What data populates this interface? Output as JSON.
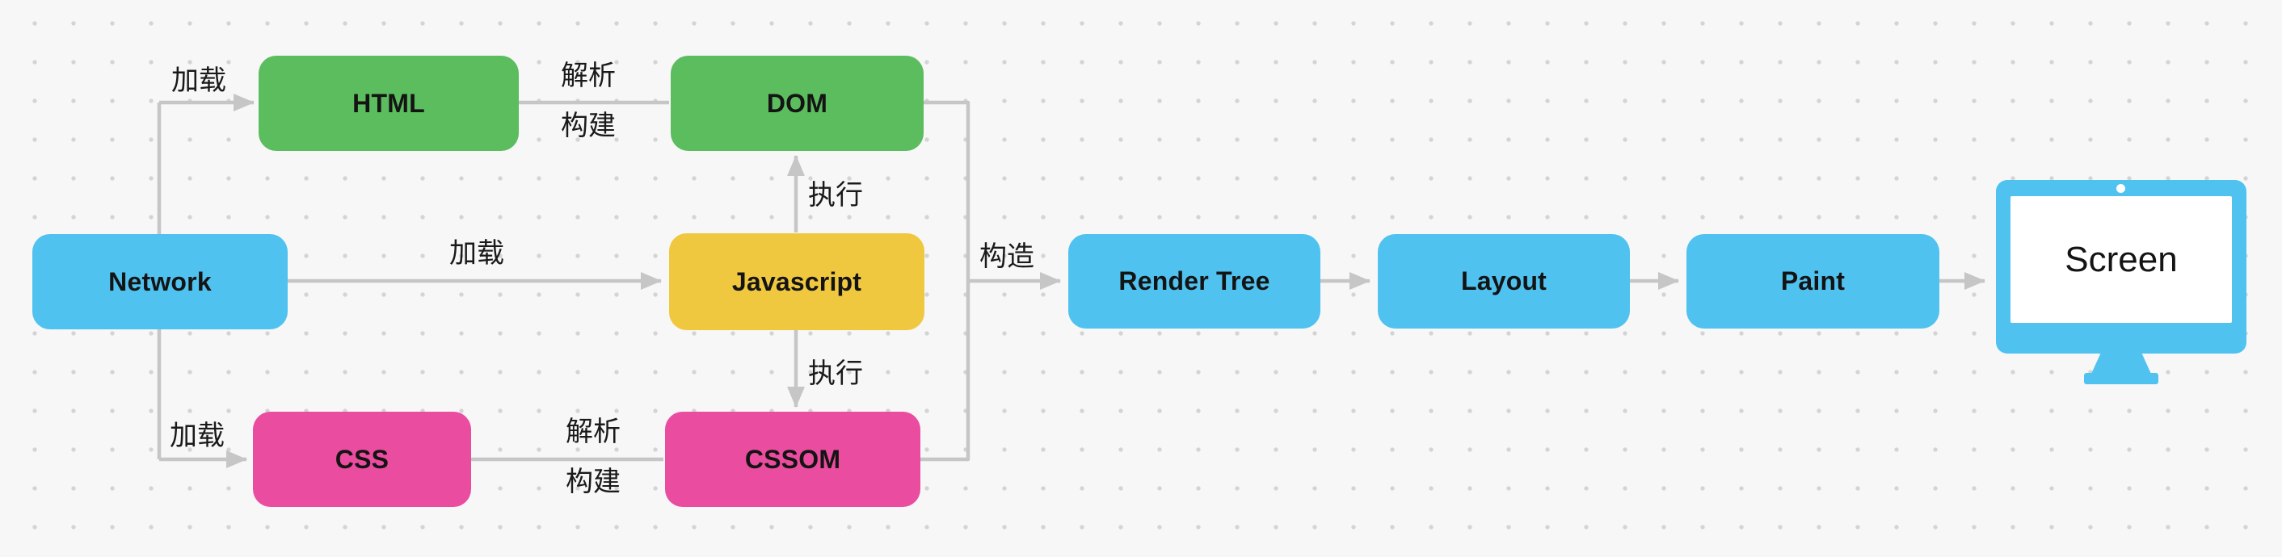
{
  "colors": {
    "node_blue": "#50C2F0",
    "node_green": "#5BBD5E",
    "node_yellow": "#F0C840",
    "node_pink": "#EA4C9F",
    "connector": "#C6C6C6",
    "text": "#141414",
    "background": "#F7F7F8",
    "grid_dot": "#D4D4D4"
  },
  "nodes": {
    "network": "Network",
    "html": "HTML",
    "dom": "DOM",
    "javascript": "Javascript",
    "css": "CSS",
    "cssom": "CSSOM",
    "render_tree": "Render Tree",
    "layout": "Layout",
    "paint": "Paint",
    "screen": "Screen"
  },
  "edges": {
    "load_html": "加载",
    "load_javascript": "加载",
    "load_css": "加载",
    "parse_html_line1": "解析",
    "parse_html_line2": "构建",
    "parse_css_line1": "解析",
    "parse_css_line2": "构建",
    "execute_dom": "执行",
    "execute_cssom": "执行",
    "construct": "构造"
  }
}
